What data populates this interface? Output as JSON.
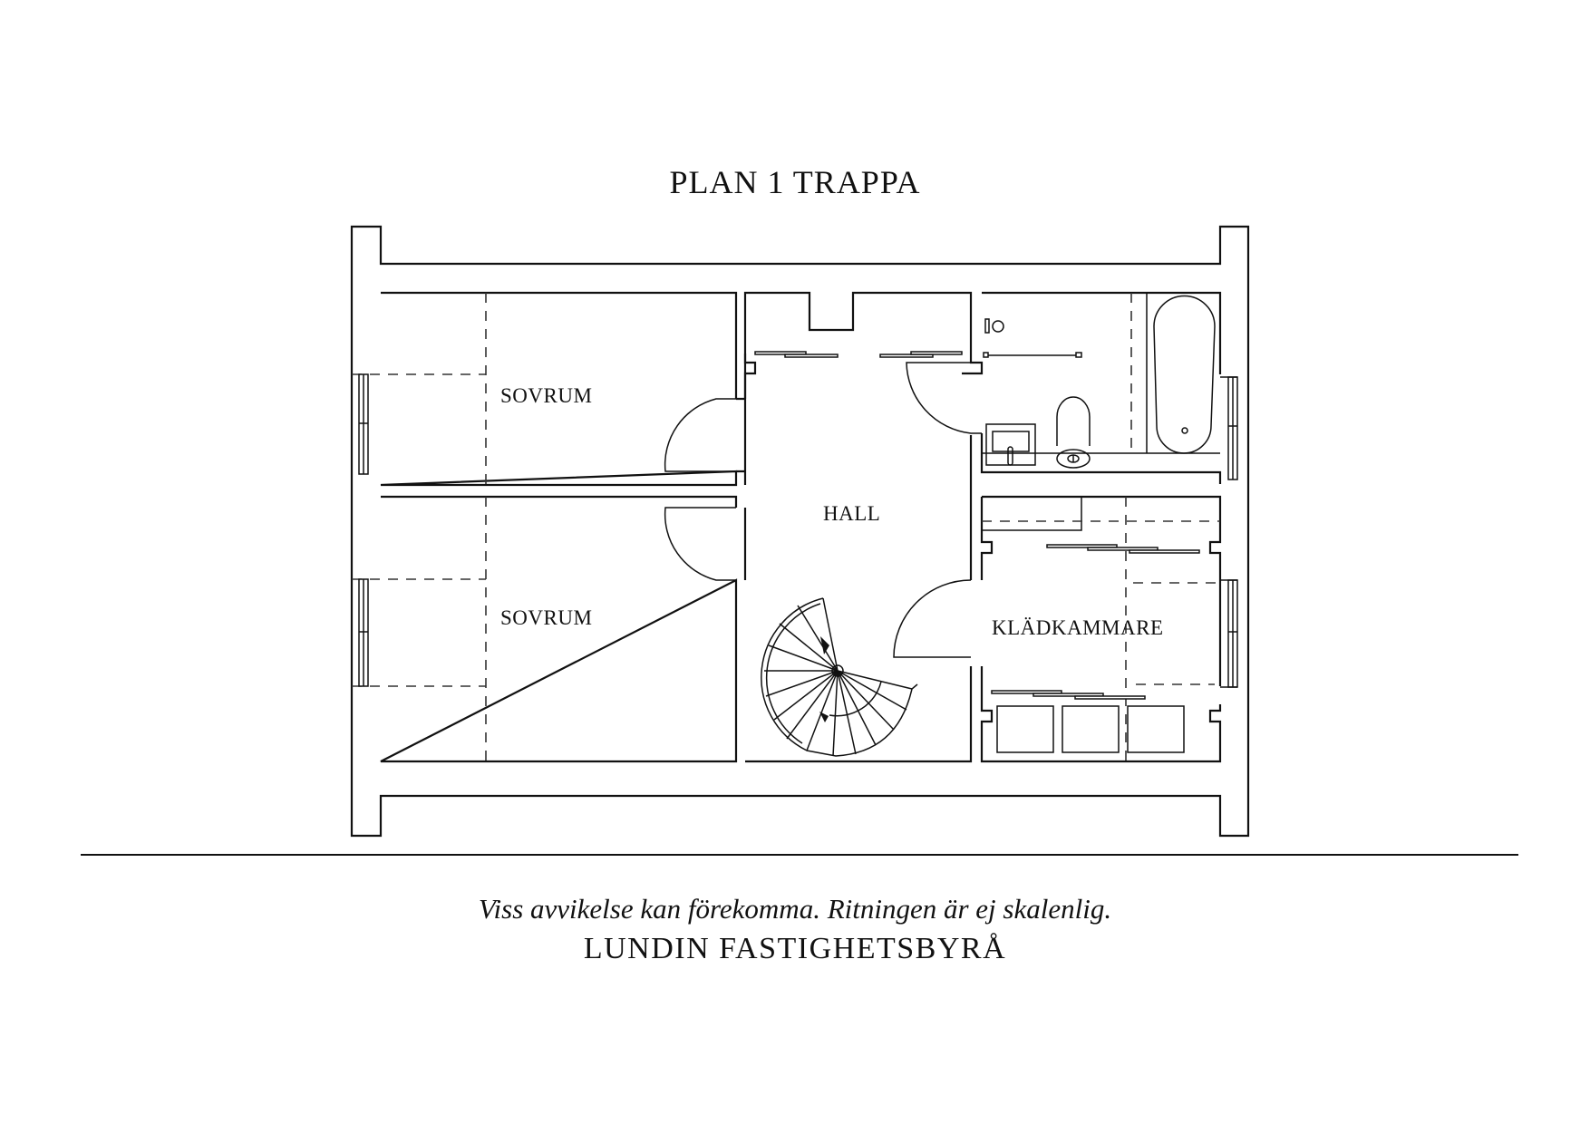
{
  "header": {
    "title": "PLAN 1 TRAPPA"
  },
  "rooms": {
    "sovrum_upper": {
      "label": "SOVRUM"
    },
    "sovrum_lower": {
      "label": "SOVRUM"
    },
    "hall": {
      "label": "HALL"
    },
    "kladkammare": {
      "label": "KLÄDKAMMARE"
    },
    "bathroom": {
      "label": ""
    }
  },
  "fixtures": [
    "bathtub-icon",
    "toilet-icon",
    "sink-icon",
    "spiral-staircase-icon",
    "window-icon",
    "door-swing-icon",
    "sliding-door-icon",
    "wardrobe-icon"
  ],
  "footer": {
    "disclaimer": "Viss avvikelse kan förekomma. Ritningen är ej skalenlig.",
    "company": "LUNDIN FASTIGHETSBYRÅ"
  },
  "colors": {
    "line": "#111111",
    "background": "#ffffff"
  }
}
